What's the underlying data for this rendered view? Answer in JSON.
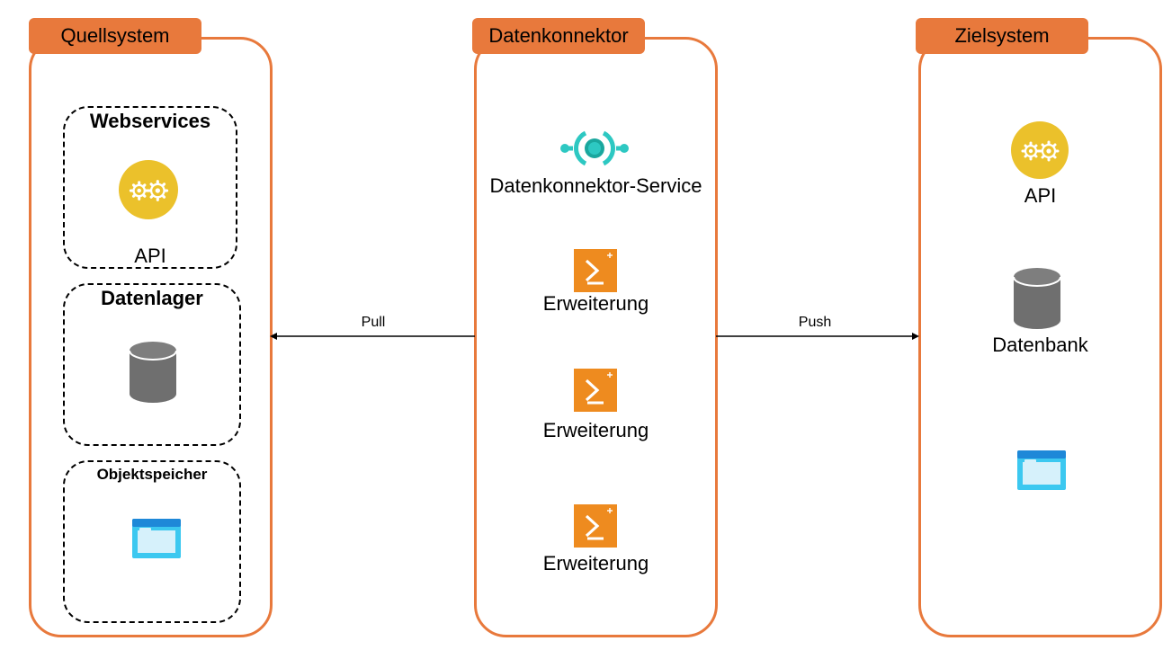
{
  "source": {
    "title": "Quellsystem",
    "groups": {
      "webservices": {
        "title": "Webservices",
        "item_label": "API"
      },
      "datastore": {
        "title": "Datenlager"
      },
      "objectstore": {
        "title": "Objektspeicher"
      }
    }
  },
  "connector": {
    "title": "Datenkonnektor",
    "service_label": "Datenkonnektor-Service",
    "extensions": [
      "Erweiterung",
      "Erweiterung",
      "Erweiterung"
    ]
  },
  "target": {
    "title": "Zielsystem",
    "api_label": "API",
    "db_label": "Datenbank"
  },
  "edges": {
    "pull_label": "Pull",
    "push_label": "Push"
  },
  "colors": {
    "accent": "#E8793C",
    "api_gold": "#EBC12B",
    "db_gray": "#6F6F6F",
    "service_teal": "#2DC8C2",
    "extension_orange": "#EE8B1F",
    "storage_blue": "#3CC8F0"
  }
}
